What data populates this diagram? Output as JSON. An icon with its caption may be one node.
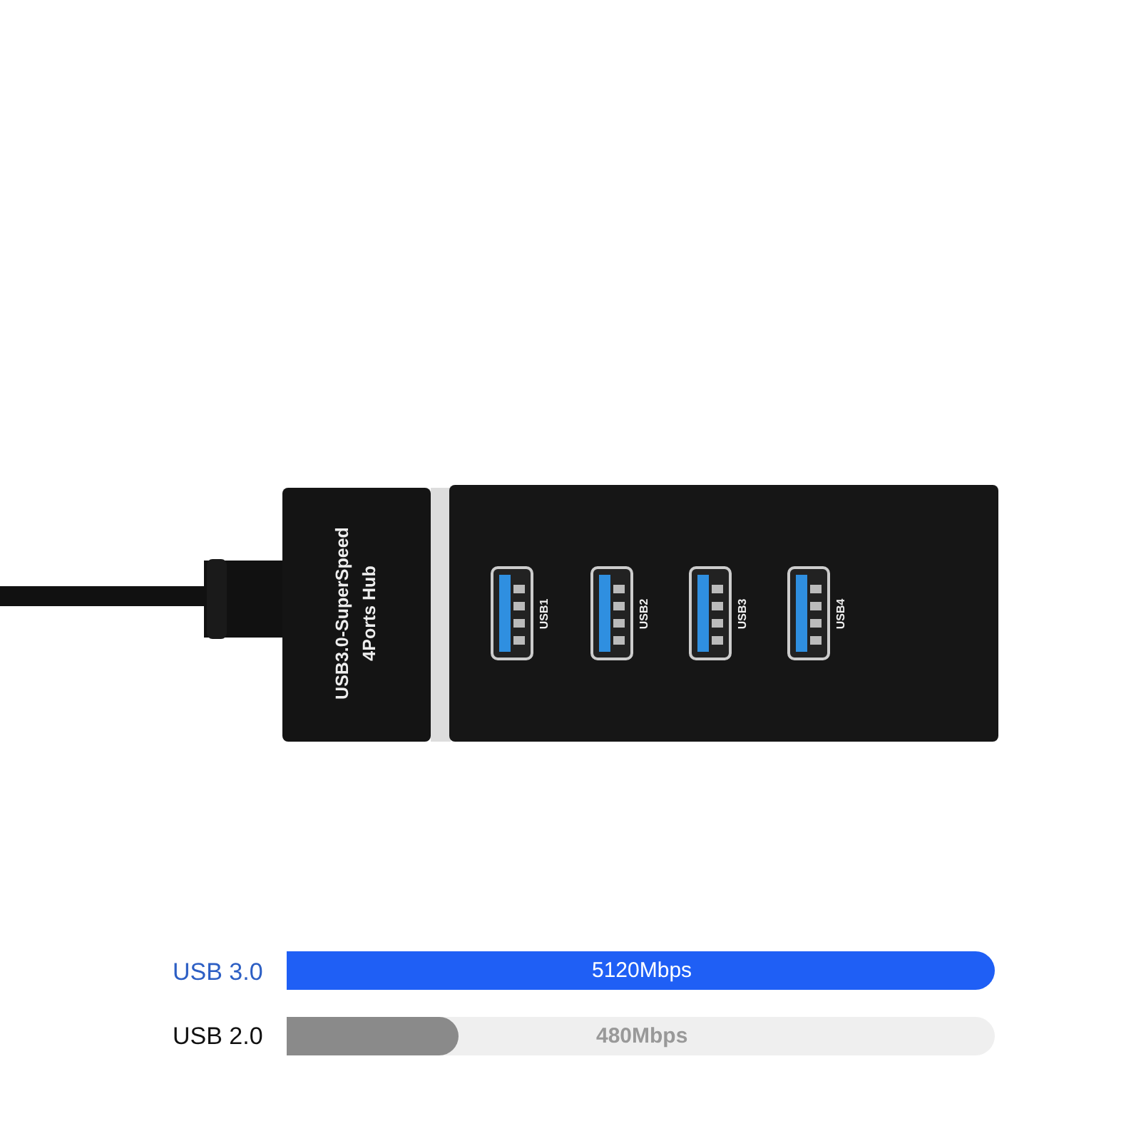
{
  "diagram": {
    "labels": [
      "USB3.0-SuperSpeed 4Ports Hub",
      "USB1",
      "USB2",
      "USB3",
      "USB4",
      "USB 3.0",
      "5120Mbps",
      "USB 2.0",
      "480Mbps"
    ]
  }
}
